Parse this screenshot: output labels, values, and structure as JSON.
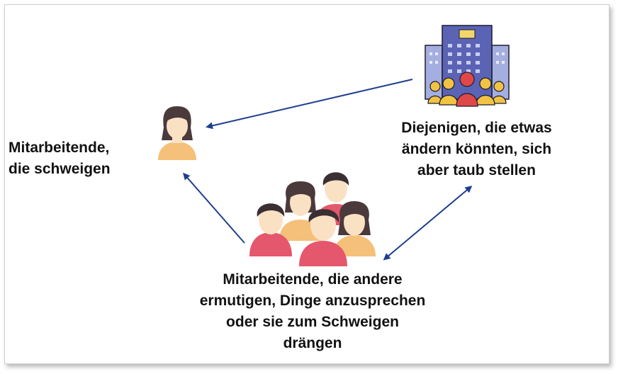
{
  "nodes": {
    "silent": {
      "lines": [
        "Mitarbeitende,",
        "die schweigen"
      ]
    },
    "management": {
      "lines": [
        "Diejenigen, die etwas",
        "ändern könnten, sich",
        "aber taub stellen"
      ]
    },
    "group": {
      "lines": [
        "Mitarbeitende, die andere",
        "ermutigen, Dinge anzusprechen",
        "oder sie zum Schweigen",
        "drängen"
      ]
    }
  },
  "colors": {
    "arrow": "#1f3e8f",
    "skin": "#fbe1c4",
    "hair": "#4a3a3c",
    "shirt_orange": "#f5c079",
    "shirt_red": "#e4576c",
    "building": "#5b63b5",
    "building_light": "#a5aee0"
  },
  "icons": [
    "woman-silent-icon",
    "office-building-crowd-icon",
    "people-group-icon"
  ]
}
